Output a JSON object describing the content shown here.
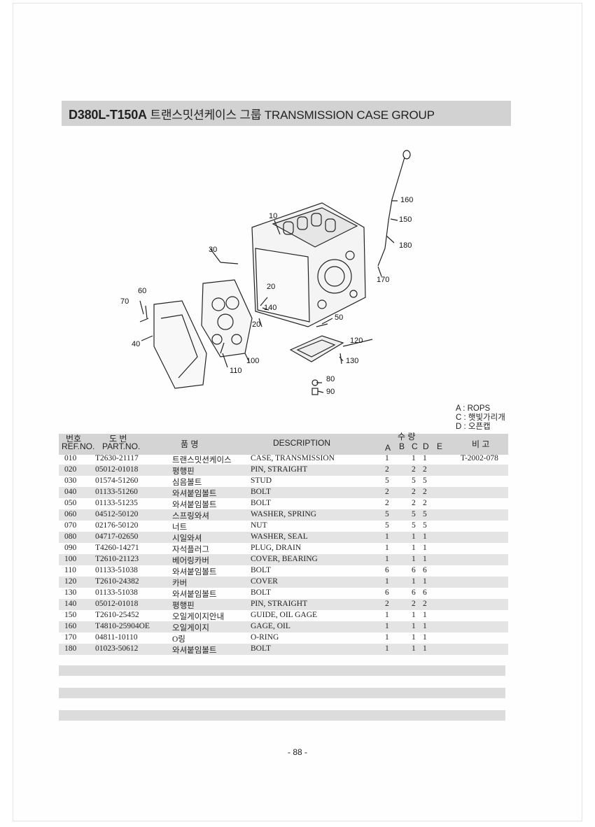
{
  "header": {
    "model": "D380L-T150A",
    "title_kr": "트랜스밋션케이스 그룹",
    "title_en": "TRANSMISSION CASE GROUP"
  },
  "callouts": [
    "10",
    "20",
    "20",
    "30",
    "40",
    "50",
    "60",
    "70",
    "80",
    "90",
    "100",
    "110",
    "120",
    "130",
    "140",
    "150",
    "160",
    "170",
    "180"
  ],
  "legend": [
    "A : ROPS",
    "C : 햇빛가리개",
    "D : 오픈캡"
  ],
  "table": {
    "headers": {
      "ref_kr": "번호",
      "ref_en": "REF.NO.",
      "part_kr": "도  번",
      "part_en": "PART.NO.",
      "name_kr": "품    명",
      "desc": "DESCRIPTION",
      "qty_kr": "수    량",
      "cols": [
        "A",
        "B",
        "C",
        "D",
        "E"
      ],
      "note_kr": "비  고"
    },
    "rows": [
      {
        "ref": "010",
        "part": "T2630-21117",
        "kr": "트랜스밋션케이스",
        "desc": "CASE, TRANSMISSION",
        "a": "1",
        "b": "",
        "c": "1",
        "d": "1",
        "note": "T-2002-078"
      },
      {
        "ref": "020",
        "part": "05012-01018",
        "kr": "평행핀",
        "desc": "PIN, STRAIGHT",
        "a": "2",
        "b": "",
        "c": "2",
        "d": "2",
        "note": ""
      },
      {
        "ref": "030",
        "part": "01574-51260",
        "kr": "심음볼트",
        "desc": "STUD",
        "a": "5",
        "b": "",
        "c": "5",
        "d": "5",
        "note": ""
      },
      {
        "ref": "040",
        "part": "01133-51260",
        "kr": "와셔붙임볼트",
        "desc": "BOLT",
        "a": "2",
        "b": "",
        "c": "2",
        "d": "2",
        "note": ""
      },
      {
        "ref": "050",
        "part": "01133-51235",
        "kr": "와셔붙임볼트",
        "desc": "BOLT",
        "a": "2",
        "b": "",
        "c": "2",
        "d": "2",
        "note": ""
      },
      {
        "ref": "060",
        "part": "04512-50120",
        "kr": "스프링와셔",
        "desc": "WASHER, SPRING",
        "a": "5",
        "b": "",
        "c": "5",
        "d": "5",
        "note": ""
      },
      {
        "ref": "070",
        "part": "02176-50120",
        "kr": "너트",
        "desc": "NUT",
        "a": "5",
        "b": "",
        "c": "5",
        "d": "5",
        "note": ""
      },
      {
        "ref": "080",
        "part": "04717-02650",
        "kr": "시일와셔",
        "desc": "WASHER, SEAL",
        "a": "1",
        "b": "",
        "c": "1",
        "d": "1",
        "note": ""
      },
      {
        "ref": "090",
        "part": "T4260-14271",
        "kr": "자석플러그",
        "desc": "PLUG, DRAIN",
        "a": "1",
        "b": "",
        "c": "1",
        "d": "1",
        "note": ""
      },
      {
        "ref": "100",
        "part": "T2610-21123",
        "kr": "베어링카버",
        "desc": "COVER, BEARING",
        "a": "1",
        "b": "",
        "c": "1",
        "d": "1",
        "note": ""
      },
      {
        "ref": "110",
        "part": "01133-51038",
        "kr": "와셔붙임볼트",
        "desc": "BOLT",
        "a": "6",
        "b": "",
        "c": "6",
        "d": "6",
        "note": ""
      },
      {
        "ref": "120",
        "part": "T2610-24382",
        "kr": "카버",
        "desc": "COVER",
        "a": "1",
        "b": "",
        "c": "1",
        "d": "1",
        "note": ""
      },
      {
        "ref": "130",
        "part": "01133-51038",
        "kr": "와셔붙임볼트",
        "desc": "BOLT",
        "a": "6",
        "b": "",
        "c": "6",
        "d": "6",
        "note": ""
      },
      {
        "ref": "140",
        "part": "05012-01018",
        "kr": "평행핀",
        "desc": "PIN, STRAIGHT",
        "a": "2",
        "b": "",
        "c": "2",
        "d": "2",
        "note": ""
      },
      {
        "ref": "150",
        "part": "T2610-25452",
        "kr": "오일게이지안내",
        "desc": "GUIDE, OIL GAGE",
        "a": "1",
        "b": "",
        "c": "1",
        "d": "1",
        "note": ""
      },
      {
        "ref": "160",
        "part": "T4810-25904OE",
        "kr": "오일게이지",
        "desc": "GAGE, OIL",
        "a": "1",
        "b": "",
        "c": "1",
        "d": "1",
        "note": ""
      },
      {
        "ref": "170",
        "part": "04811-10110",
        "kr": "O링",
        "desc": "O-RING",
        "a": "1",
        "b": "",
        "c": "1",
        "d": "1",
        "note": ""
      },
      {
        "ref": "180",
        "part": "01023-50612",
        "kr": "와셔붙임볼트",
        "desc": "BOLT",
        "a": "1",
        "b": "",
        "c": "1",
        "d": "1",
        "note": ""
      }
    ]
  },
  "footer": {
    "page": "- 88 -"
  }
}
